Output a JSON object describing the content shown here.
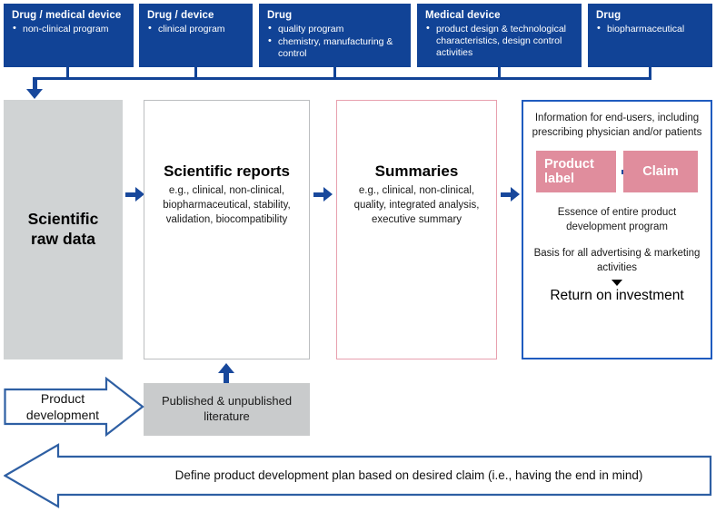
{
  "diagram": {
    "title": "Product development to claim flow",
    "colors": {
      "program_box_bg": "#114396",
      "raw_data_bg": "#d0d3d4",
      "literature_bg": "#c9cbcc",
      "summaries_border": "#e8a0ae",
      "reports_border": "#bcbec0",
      "panel_border": "#1f5bbf",
      "arrow_blue": "#18489c",
      "pink_box_bg": "#e08d9d"
    }
  },
  "program_boxes": [
    {
      "title": "Drug / medical device",
      "items": [
        "non-clinical program"
      ]
    },
    {
      "title": "Drug / device",
      "items": [
        "clinical program"
      ]
    },
    {
      "title": "Drug",
      "items": [
        "quality program",
        "chemistry, manufacturing & control"
      ]
    },
    {
      "title": "Medical device",
      "items": [
        "product design & technological characteristics, design control activities"
      ]
    },
    {
      "title": "Drug",
      "items": [
        "biopharmaceutical"
      ]
    }
  ],
  "flow": {
    "raw_data": {
      "title_line1": "Scientific",
      "title_line2": "raw data"
    },
    "reports": {
      "title": "Scientific reports",
      "subtitle": "e.g., clinical, non-clinical, biopharmaceutical, stability, validation, biocompatibility"
    },
    "summaries": {
      "title": "Summaries",
      "subtitle": "e.g., clinical, non-clinical, quality, integrated analysis, executive summary"
    },
    "panel": {
      "intro": "Information for end-users, including prescribing physician and/or patients",
      "product_label": "Product label",
      "claim": "Claim",
      "essence": "Essence of entire product development program",
      "basis": "Basis for all advertising & marketing activities",
      "return": "Return on investment"
    }
  },
  "bottom": {
    "product_development_arrow": "Product development",
    "literature_box": "Published & unpublished literature",
    "define_arrow": "Define product development plan based on desired claim (i.e., having the end in mind)"
  }
}
